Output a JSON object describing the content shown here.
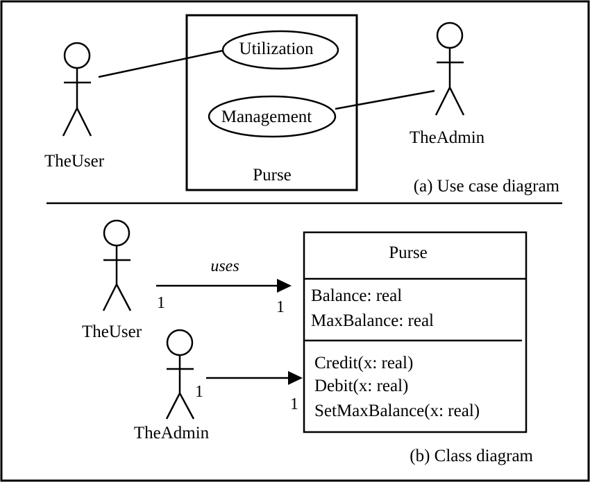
{
  "use_case_diagram": {
    "caption": "(a) Use case diagram",
    "system_name": "Purse",
    "actors": [
      {
        "id": "user",
        "name": "TheUser"
      },
      {
        "id": "admin",
        "name": "TheAdmin"
      }
    ],
    "use_cases": [
      {
        "id": "utilization",
        "name": "Utilization"
      },
      {
        "id": "management",
        "name": "Management"
      }
    ],
    "associations": [
      {
        "actor": "user",
        "use_case": "utilization"
      },
      {
        "actor": "admin",
        "use_case": "management"
      }
    ]
  },
  "class_diagram": {
    "caption": "(b) Class diagram",
    "class": {
      "name": "Purse",
      "attributes": [
        "Balance: real",
        "MaxBalance: real"
      ],
      "operations": [
        "Credit(x: real)",
        "Debit(x: real)",
        "SetMaxBalance(x: real)"
      ]
    },
    "actors": [
      {
        "id": "user",
        "name": "TheUser"
      },
      {
        "id": "admin",
        "name": "TheAdmin"
      }
    ],
    "associations": [
      {
        "from": "user",
        "label": "uses",
        "source_multiplicity": "1",
        "target_multiplicity": "1"
      },
      {
        "from": "admin",
        "label": "",
        "source_multiplicity": "1",
        "target_multiplicity": "1"
      }
    ]
  },
  "colors": {
    "stroke": "#000000",
    "background": "#ffffff"
  }
}
